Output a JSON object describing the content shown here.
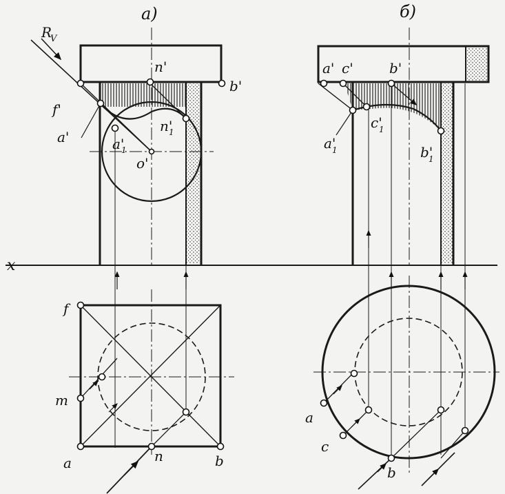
{
  "panels": {
    "a": {
      "title": "а)"
    },
    "b": {
      "title": "б)"
    }
  },
  "axis_label": "x",
  "labels_a": {
    "plane": "R",
    "plane_sub": "V",
    "n_prime": "n'",
    "b_prime": "b'",
    "f_prime": "f'",
    "a_prime": "a'",
    "a1_prime": "a'",
    "a1_sub": "1",
    "n1_prime": "n'",
    "n1_sub": "1",
    "o_prime": "o'",
    "f": "f",
    "m": "m",
    "a": "a",
    "n": "n",
    "b": "b"
  },
  "labels_b": {
    "a_prime": "a'",
    "c_prime": "c'",
    "b_prime": "b'",
    "c1_prime": "c'",
    "c1_sub": "1",
    "a1_prime": "a'",
    "a1_sub": "1",
    "b1_prime": "b'",
    "b1_sub": "1",
    "a": "a",
    "c": "c",
    "b": "b"
  },
  "colors": {
    "ink": "#1a1a1a",
    "paper": "#f3f3f1"
  }
}
